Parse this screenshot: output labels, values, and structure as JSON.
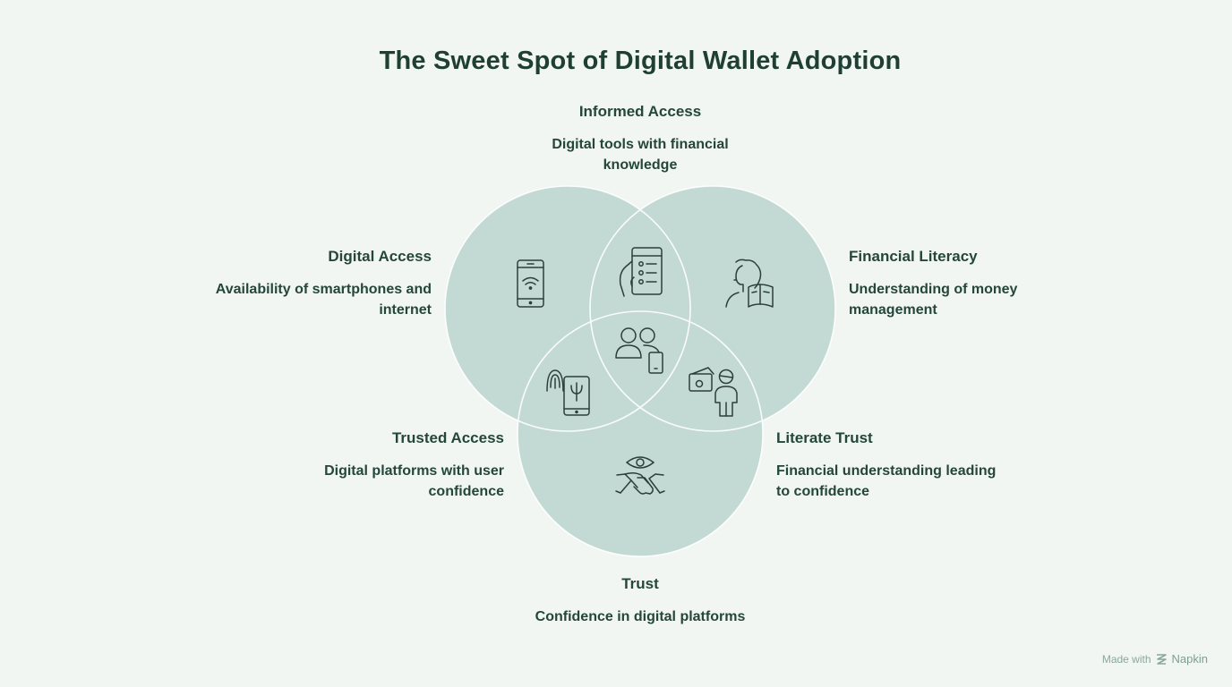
{
  "title": "The Sweet Spot of Digital Wallet Adoption",
  "circles": {
    "digital_access": {
      "heading": "Digital Access",
      "description": "Availability of smartphones and internet"
    },
    "financial_literacy": {
      "heading": "Financial Literacy",
      "description": "Understanding of money management"
    },
    "trust": {
      "heading": "Trust",
      "description": "Confidence in digital platforms"
    }
  },
  "overlaps": {
    "informed_access": {
      "heading": "Informed Access",
      "description": "Digital tools with financial knowledge"
    },
    "trusted_access": {
      "heading": "Trusted Access",
      "description": "Digital platforms with user confidence"
    },
    "literate_trust": {
      "heading": "Literate Trust",
      "description": "Financial understanding leading to confidence"
    }
  },
  "icons": [
    "smartphone-wifi-icon",
    "phone-checklist-icon",
    "reader-book-icon",
    "users-phone-icon",
    "fingerprint-phone-icon",
    "person-wallet-icon",
    "eye-handshake-icon"
  ],
  "colors": {
    "background": "#f1f6f3",
    "circle_fill": "#c2dad3",
    "text": "#24463b",
    "icon_stroke": "#2d3e39"
  },
  "footer": {
    "made_with": "Made with",
    "brand": "Napkin"
  }
}
